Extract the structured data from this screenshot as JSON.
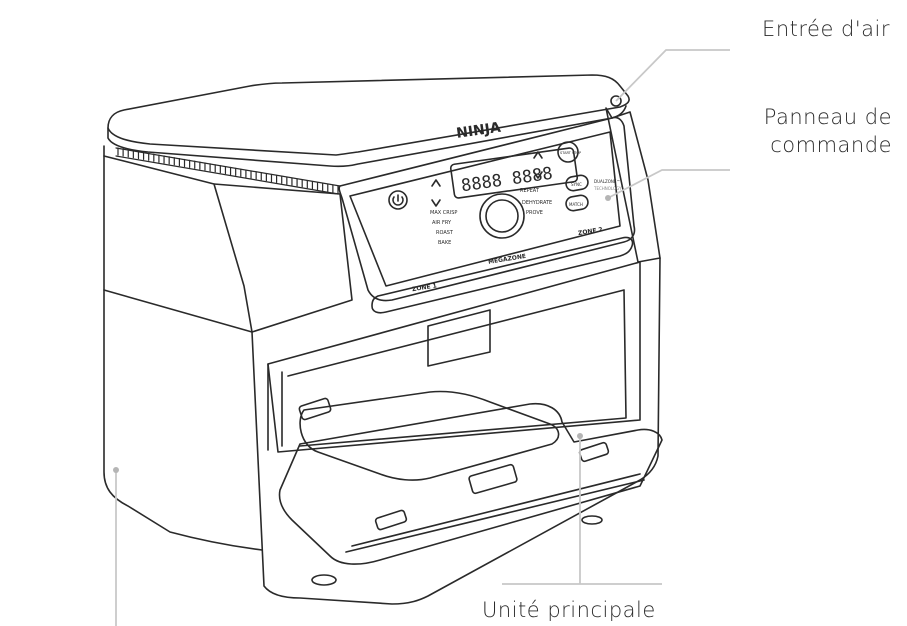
{
  "callouts": {
    "air_inlet": "Entrée d'air",
    "control_panel_line1": "Panneau de",
    "control_panel_line2": "commande",
    "main_unit": "Unité principale"
  },
  "device": {
    "brand": "NINJA",
    "display": "8888 8888",
    "button_left": "MAX CRISP",
    "functions": [
      "MAX CRISP",
      "AIR FRY",
      "ROAST",
      "BAKE"
    ],
    "functions_right": [
      "REPEAT",
      "DEHYDRATE",
      "PROVE"
    ],
    "zone1": "ZONE 1",
    "zone2": "ZONE 2",
    "megazone": "MEGAZONE",
    "start_stop": "START STOP",
    "sync": "SYNC",
    "match": "MATCH",
    "dualzone_line1": "DUALZONE™",
    "dualzone_line2": "TECHNOLOGY"
  },
  "colors": {
    "line": "#2a2a2a",
    "leader": "#c8c8c8",
    "text": "#2b2b2b"
  }
}
